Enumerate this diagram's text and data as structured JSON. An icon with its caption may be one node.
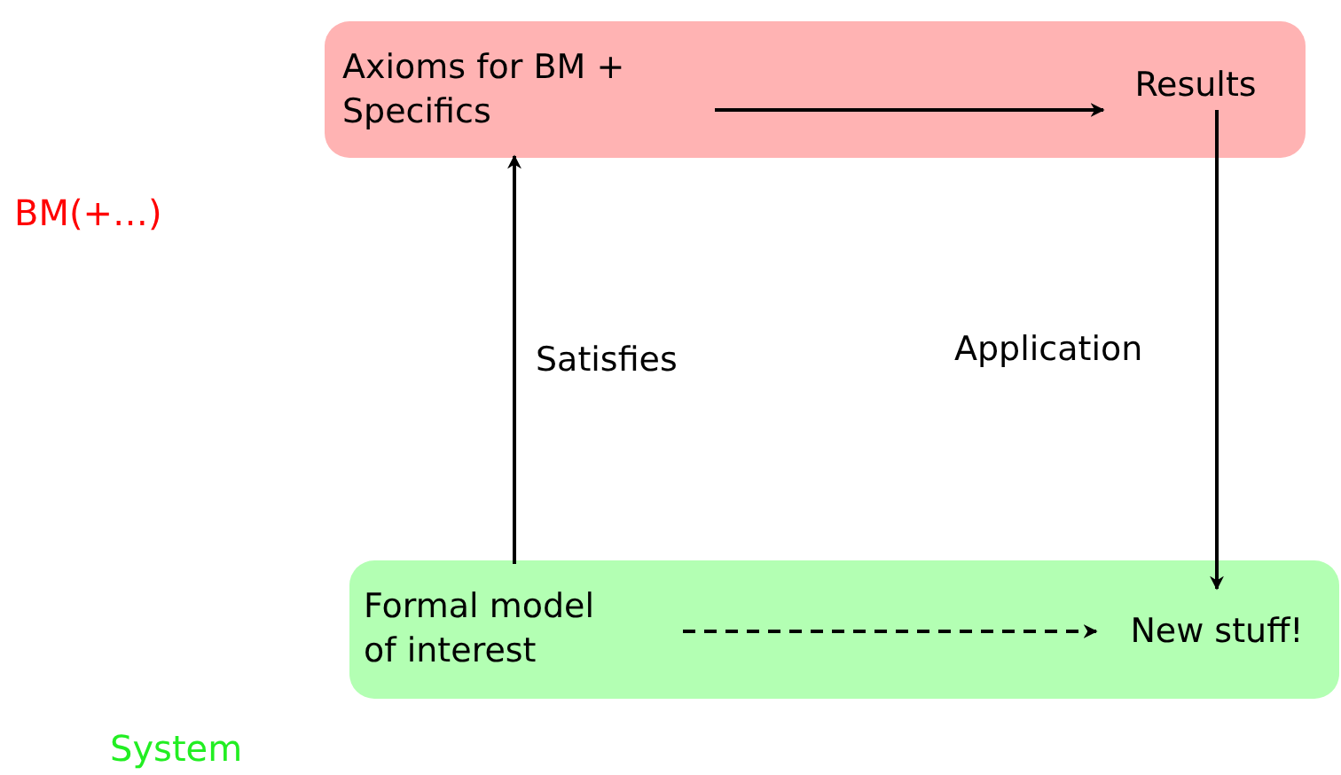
{
  "diagram": {
    "nodes": [
      {
        "text": [],
        "shape": "box"
      },
      {
        "text": [
          "Axioms for BM + Specifics"
        ],
        "in": 0
      },
      {
        "text": [
          "Results"
        ],
        "in": 0
      },
      {
        "text": [],
        "shape": "box"
      },
      {
        "text": [
          "Formal model of interest"
        ],
        "in": 3
      },
      {
        "text": [
          "New stuff!"
        ],
        "in": 3
      }
    ],
    "edges": [
      {
        "from": 1,
        "to": 2,
        "arrow": "to"
      },
      {
        "from": 4,
        "to": 1,
        "arrow": "to",
        "label": "Satisfies"
      },
      {
        "from": 2,
        "to": 5,
        "arrow": "to",
        "label": "Application"
      },
      {
        "from": 4,
        "to": 5,
        "arrow": "to",
        "style": "dashed"
      }
    ],
    "labels": [
      "BM(+…)",
      "System"
    ]
  }
}
